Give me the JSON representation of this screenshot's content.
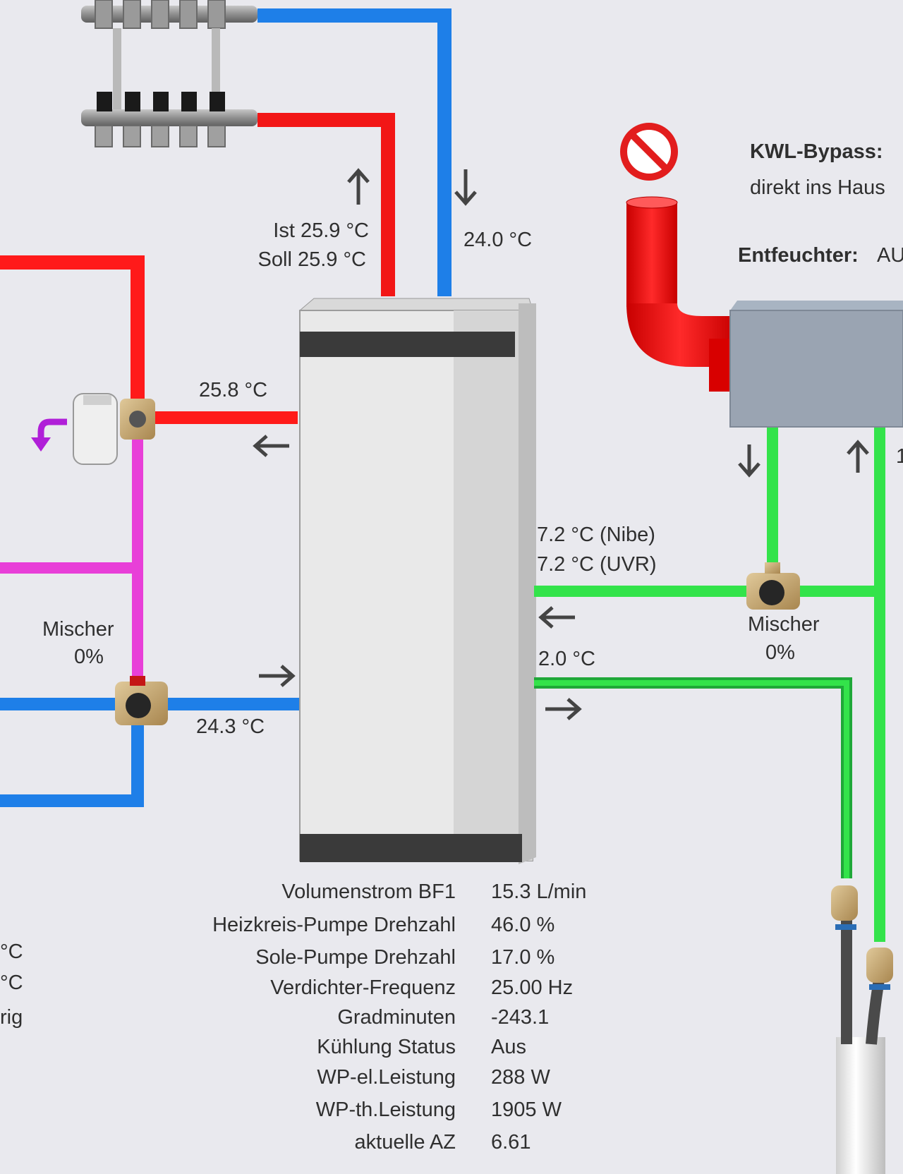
{
  "supply": {
    "ist": "Ist 25.9 °C",
    "soll": "Soll 25.9 °C",
    "return_temp": "24.0 °C"
  },
  "heating": {
    "out_temp": "25.8 °C",
    "in_temp": "24.3 °C",
    "mixer_label": "Mischer",
    "mixer_value": "0%"
  },
  "brine": {
    "nibe_temp": "7.2 °C (Nibe)",
    "uvr_temp": "7.2 °C (UVR)",
    "out_temp": "2.0 °C",
    "mixer_label": "Mischer",
    "mixer_value": "0%"
  },
  "kwl": {
    "bypass_label": "KWL-Bypass:",
    "bypass_value": "direkt ins Haus",
    "dehum_label": "Entfeuchter:",
    "dehum_value": "AU",
    "partial_digit": "1"
  },
  "left_partials": {
    "a": "°C",
    "b": "°C",
    "c": "rig"
  },
  "stats": [
    {
      "label": "Volumenstrom BF1",
      "value": "15.3 L/min"
    },
    {
      "label": "Heizkreis-Pumpe Drehzahl",
      "value": "46.0 %"
    },
    {
      "label": "Sole-Pumpe Drehzahl",
      "value": "17.0 %"
    },
    {
      "label": "Verdichter-Frequenz",
      "value": "25.00 Hz"
    },
    {
      "label": "Gradminuten",
      "value": "-243.1"
    },
    {
      "label": "Kühlung Status",
      "value": "Aus"
    },
    {
      "label": "WP-el.Leistung",
      "value": "288 W"
    },
    {
      "label": "WP-th.Leistung",
      "value": "1905 W"
    },
    {
      "label": "aktuelle AZ",
      "value": "6.61"
    }
  ],
  "colors": {
    "hot": "#ff1a1a",
    "cold": "#1e7fe8",
    "mix": "#e83fd8",
    "brine": "#33e34a",
    "brine_dark": "#1fa838"
  },
  "icons": [
    "no-entry-icon",
    "arrow-up-icon",
    "arrow-down-icon",
    "arrow-left-icon",
    "arrow-right-icon",
    "rotate-icon"
  ]
}
